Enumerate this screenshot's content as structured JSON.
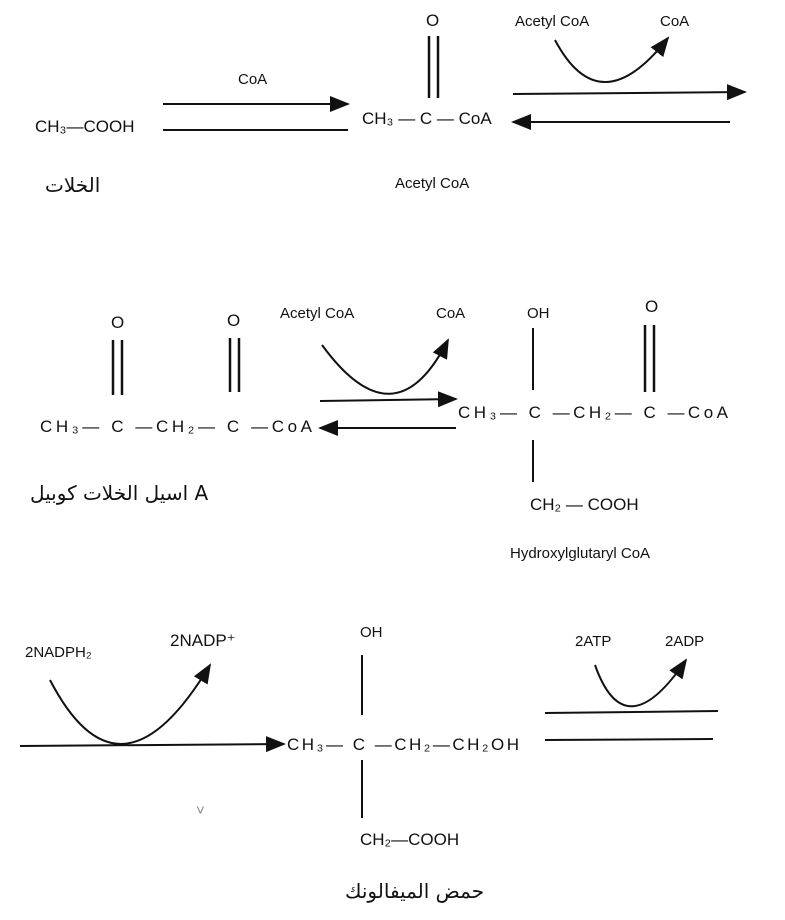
{
  "row1": {
    "acetate_formula": "CH₃—COOH",
    "acetate_arabic": "الخلات",
    "arrow1_label": "CoA",
    "acetylcoa_oxygen": "O",
    "acetylcoa_formula": "CH₃ — C — CoA",
    "acetylcoa_name": "Acetyl CoA",
    "cofactor_in": "Acetyl CoA",
    "cofactor_out": "CoA"
  },
  "row2": {
    "acac_oxygen_1": "O",
    "acac_oxygen_2": "O",
    "acac_formula": "CH₃— C —CH₂— C —CoA",
    "acac_arabic": "اسيل الخلات كوبيل A",
    "cofactor_in": "Acetyl CoA",
    "cofactor_out": "CoA",
    "hmg_oh": "OH",
    "hmg_oxygen": "O",
    "hmg_formula": "CH₃— C —CH₂— C —CoA",
    "hmg_branch": "CH₂ — COOH",
    "hmg_name": "Hydroxylglutaryl CoA"
  },
  "row3": {
    "cofactor_in": "2NADPH₂",
    "cofactor_out": "2NADP⁺",
    "mev_oh": "OH",
    "mev_formula": "CH₃— C —CH₂—CH₂OH",
    "mev_branch": "CH₂—COOH",
    "mev_arabic": "حمض الميفالونك",
    "atp_in": "2ATP",
    "atp_out": "2ADP"
  }
}
